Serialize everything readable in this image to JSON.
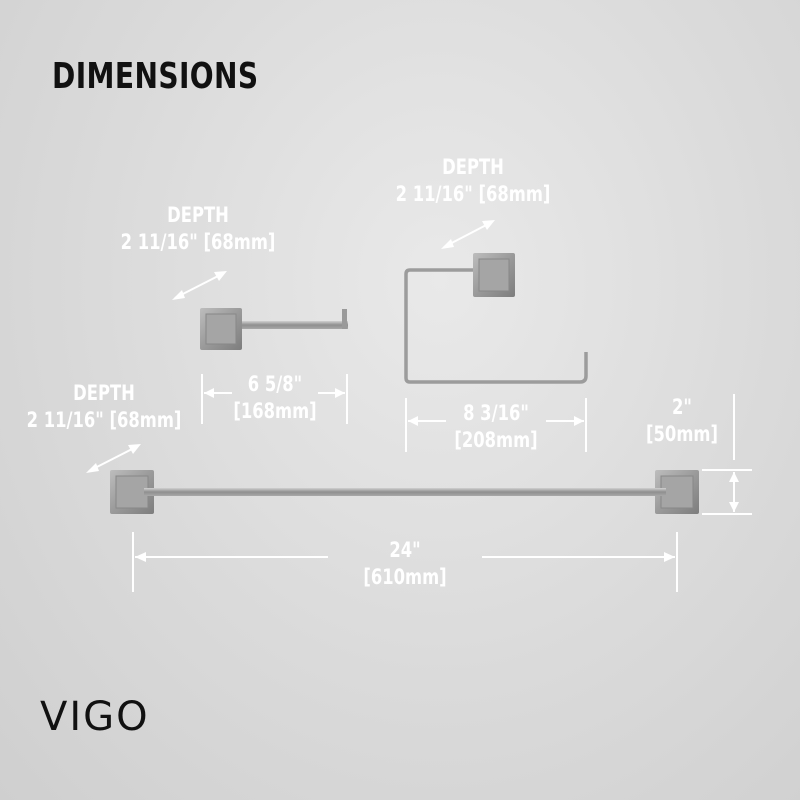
{
  "title": "DIMENSIONS",
  "logo": "VIGO",
  "colors": {
    "background": "#dcdcdc",
    "metal": "#9a9a9a",
    "dimension": "#ffffff",
    "title": "#111111"
  },
  "labels": {
    "paper_holder_depth": {
      "line1": "DEPTH",
      "line2": "2 11/16\" [68mm]"
    },
    "towel_ring_depth": {
      "line1": "DEPTH",
      "line2": "2 11/16\" [68mm]"
    },
    "towel_bar_depth": {
      "line1": "DEPTH",
      "line2": "2 11/16\" [68mm]"
    },
    "paper_holder_width": {
      "line1": "6 5/8\"",
      "line2": "[168mm]"
    },
    "towel_ring_width": {
      "line1": "8 3/16\"",
      "line2": "[208mm]"
    },
    "towel_bar_width": {
      "line1": "24\"",
      "line2": "[610mm]"
    },
    "towel_bar_height": {
      "line1": "2\"",
      "line2": "[50mm]"
    }
  }
}
